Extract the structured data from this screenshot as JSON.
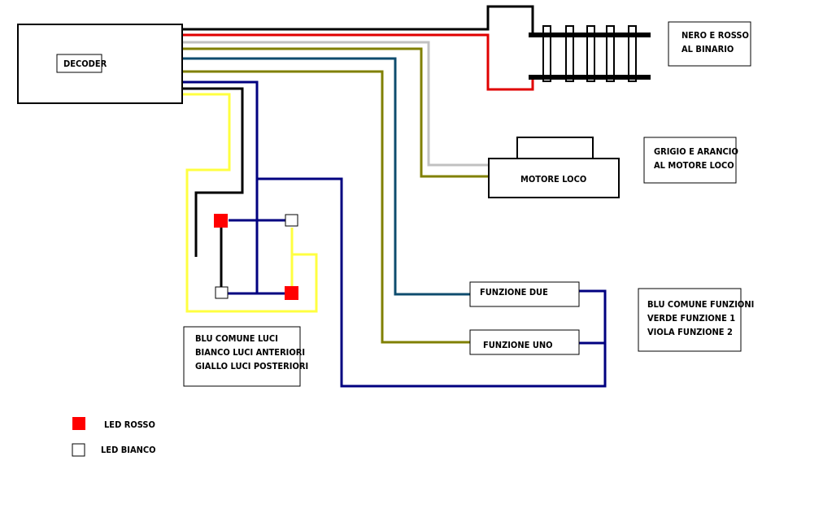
{
  "colors": {
    "black_wire": "#000000",
    "red_wire": "#e00000",
    "grey_wire": "#c0c0c0",
    "orange_wire": "#808000",
    "blue_wire": "#0e4c6e",
    "navy_wire": "#000080",
    "yellow_wire": "#ffff40",
    "led_red": "#ff0000",
    "led_white": "#ffffff"
  },
  "decoder": {
    "label": "DECODER"
  },
  "track": {
    "note_line1": "NERO E ROSSO",
    "note_line2": "AL BINARIO"
  },
  "motor": {
    "label": "MOTORE LOCO",
    "note_line1": "GRIGIO E ARANCIO",
    "note_line2": "AL MOTORE LOCO"
  },
  "functions": {
    "f2_label": "FUNZIONE DUE",
    "f1_label": "FUNZIONE UNO",
    "note_line1": "BLU COMUNE FUNZIONI",
    "note_line2": "VERDE FUNZIONE 1",
    "note_line3": "VIOLA FUNZIONE 2"
  },
  "lights": {
    "note_line1": "BLU COMUNE LUCI",
    "note_line2": "BIANCO LUCI ANTERIORI",
    "note_line3": "GIALLO LUCI POSTERIORI"
  },
  "legend": {
    "red_led": "LED ROSSO",
    "white_led": "LED BIANCO"
  }
}
